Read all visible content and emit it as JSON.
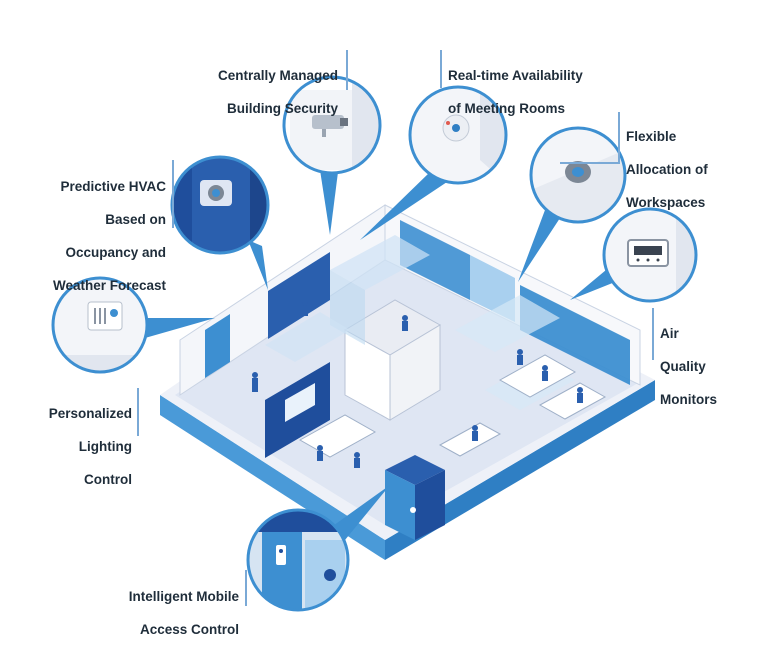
{
  "callouts": {
    "security": {
      "lines": [
        "Centrally Managed",
        "Building Security"
      ],
      "icon": "security-camera-icon"
    },
    "meeting_rooms": {
      "lines": [
        "Real-time Availability",
        "of Meeting Rooms"
      ],
      "icon": "room-sensor-icon"
    },
    "workspaces": {
      "lines": [
        "Flexible",
        "Allocation of",
        "Workspaces"
      ],
      "icon": "ceiling-sensor-icon"
    },
    "hvac": {
      "lines": [
        "Predictive HVAC",
        "Based on",
        "Occupancy and",
        "Weather Forecast"
      ],
      "icon": "thermostat-icon"
    },
    "air_quality": {
      "lines": [
        "Air",
        "Quality",
        "Monitors"
      ],
      "icon": "air-quality-monitor-icon"
    },
    "lighting": {
      "lines": [
        "Personalized",
        "Lighting",
        "Control"
      ],
      "icon": "light-switch-icon"
    },
    "access": {
      "lines": [
        "Intelligent Mobile",
        "Access Control"
      ],
      "icon": "access-reader-icon"
    }
  },
  "colors": {
    "accent": "#3d8fd1",
    "dark_blue": "#1f4e9c",
    "floor": "#dfe6f3",
    "wall_base": "#4a9ad8",
    "text": "#1f2d3a",
    "leader": "#7aa9d6"
  }
}
